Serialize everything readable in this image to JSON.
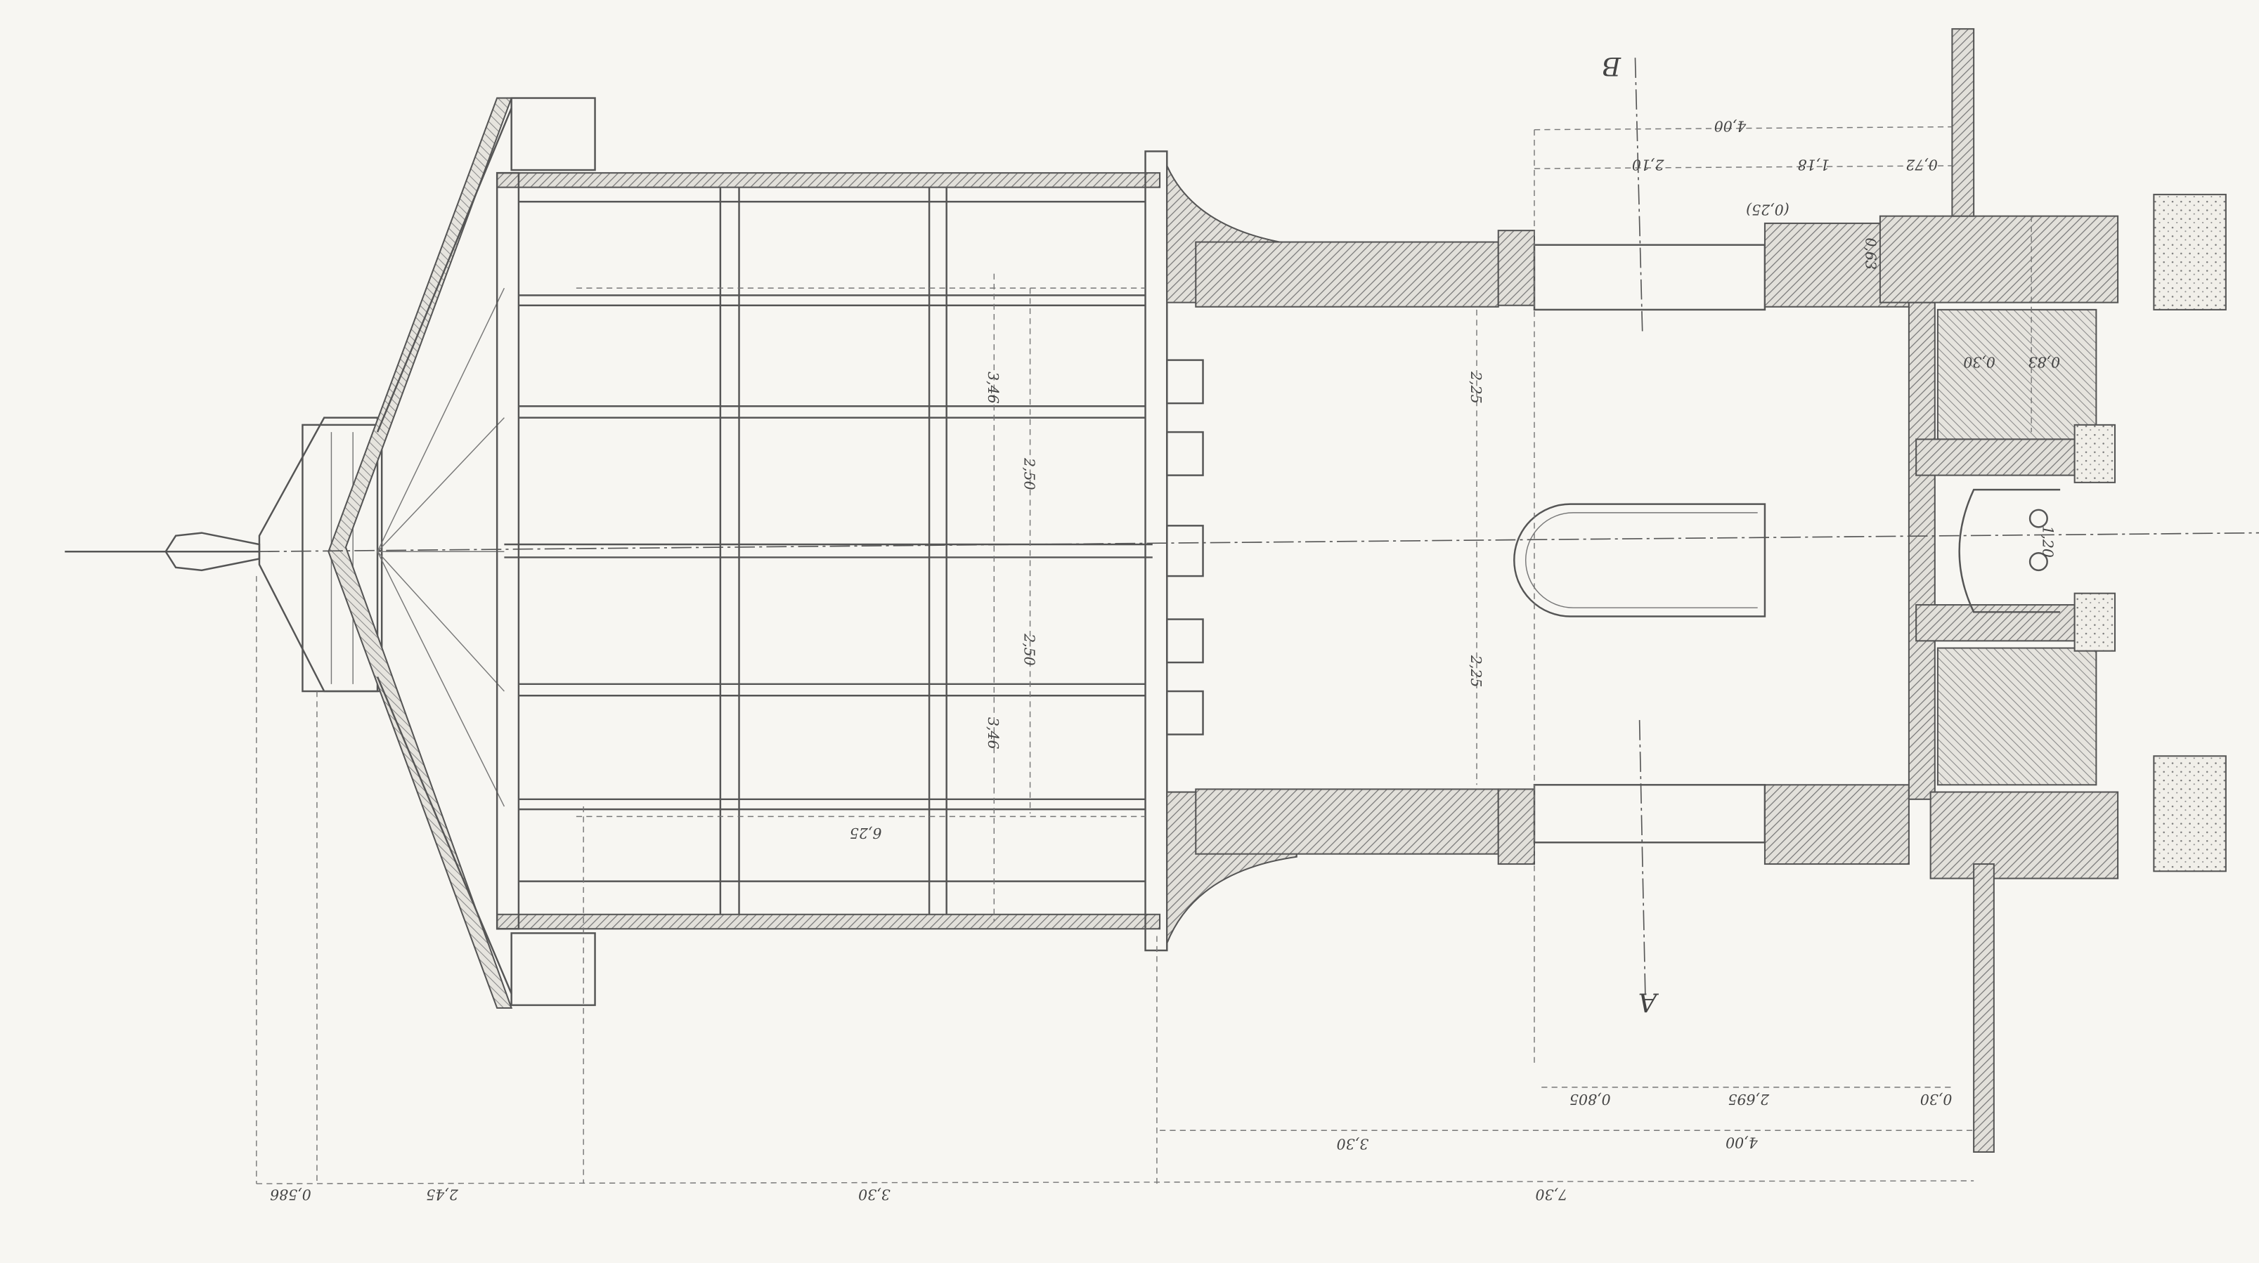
{
  "section_marks": {
    "a": "A",
    "b": "B"
  },
  "dimensions": {
    "top_overall": "4,00",
    "top_seg1": "2,10",
    "top_seg2": "1,18",
    "top_seg3": "0,72",
    "top_small": "(0,25)",
    "wall_thickness": "0,63",
    "found_a": "0,30",
    "found_b": "0,83",
    "fire_width": "1,20",
    "bay_outer_top": "3,46",
    "bay_inner_top": "2,50",
    "bay_inner_bottom": "2,50",
    "bay_outer_bottom": "3,46",
    "half_width_top": "2,25",
    "half_width_bottom": "2,25",
    "roof_span": "6,25",
    "bot_seg1": "0,805",
    "bot_seg2": "2,695",
    "bot_seg3": "0,30",
    "bot_overall": "4,00",
    "upper_part": "3,30",
    "total": "7,30",
    "roof_part": "3,30",
    "eave": "2,45",
    "spire": "0,586"
  }
}
